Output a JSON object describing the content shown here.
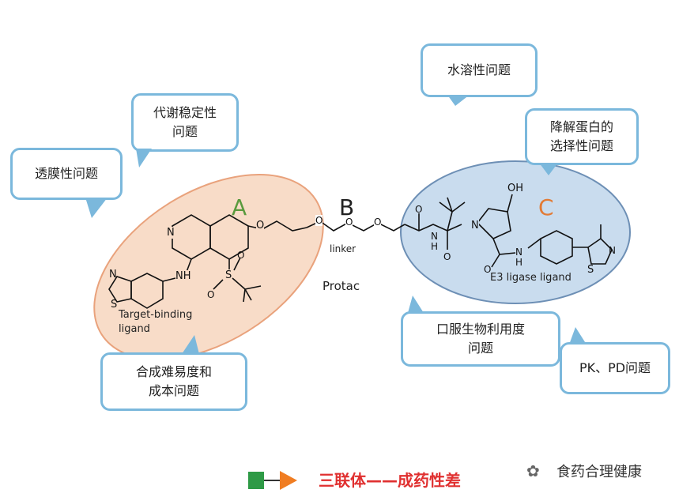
{
  "callouts": {
    "permeability": "透膜性问题",
    "metabolic_stability": "代谢稳定性\n问题",
    "water_solubility": "水溶性问题",
    "degradation_selectivity": "降解蛋白的\n选择性问题",
    "synthesis_cost": "合成难易度和\n成本问题",
    "bioavailability": "口服生物利用度\n问题",
    "pk_pd": "PK、PD问题"
  },
  "regions": {
    "a_letter": "A",
    "b_letter": "B",
    "c_letter": "C",
    "a_caption_line1": "Target-binding",
    "a_caption_line2": "ligand",
    "linker_label": "linker",
    "protac_label": "Protac",
    "c_caption": "E3 ligase ligand"
  },
  "atoms": {
    "n": "N",
    "nh": "NH",
    "o": "O",
    "s": "S",
    "oh": "OH",
    "h": "H"
  },
  "footer": {
    "title": "三联体——成药性差",
    "watermark": "食药合理健康"
  },
  "colors": {
    "bubble_border": "#7bb8dc",
    "ellipse_a_fill": "#f8dcc8",
    "ellipse_a_stroke": "#e9a27c",
    "ellipse_c_fill": "#c9dcee",
    "ellipse_c_stroke": "#6d8fb5",
    "letter_a": "#5a9a3e",
    "letter_b": "#222222",
    "letter_c": "#e27b36",
    "footer_text": "#e03030",
    "footer_square": "#2e9a46",
    "footer_arrow": "#f07d22"
  }
}
